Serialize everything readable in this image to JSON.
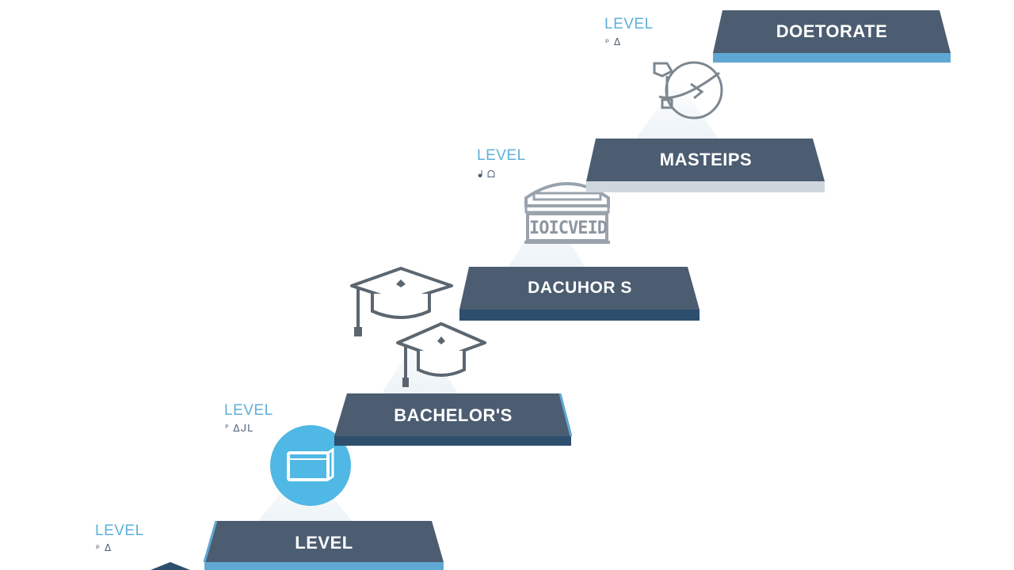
{
  "steps": [
    {
      "id": "level",
      "label": "LEVEL",
      "tag": "LEVEL",
      "sub": "ᵖ ᐃ"
    },
    {
      "id": "bachelors",
      "label": "BACHELOR'S",
      "tag": "LEVEL",
      "sub": "ᴾ ᐃᒍᒪ"
    },
    {
      "id": "dachuhors",
      "label": "DACUHOR S",
      "tag": "",
      "sub": ""
    },
    {
      "id": "masters",
      "label": "MASTEIPS",
      "tag": "LEVEL",
      "sub": "ᖱ ᗝ"
    },
    {
      "id": "doctorate",
      "label": "DOETORATE",
      "tag": "LEVEL",
      "sub": "ᵖ ᐃ"
    }
  ],
  "building_sign": "IOICVEID",
  "colors": {
    "step_face": "#4c5d71",
    "step_edge_blue": "#5fa8d3",
    "step_edge_navy": "#2e4e6e",
    "step_edge_grey": "#cfd6dd",
    "accent": "#4fb8e4",
    "icon_stroke": "#5b6670"
  },
  "icons": [
    "folder-icon",
    "graduation-cap-icon",
    "graduation-cap-icon",
    "university-building-icon",
    "compass-globe-icon"
  ]
}
